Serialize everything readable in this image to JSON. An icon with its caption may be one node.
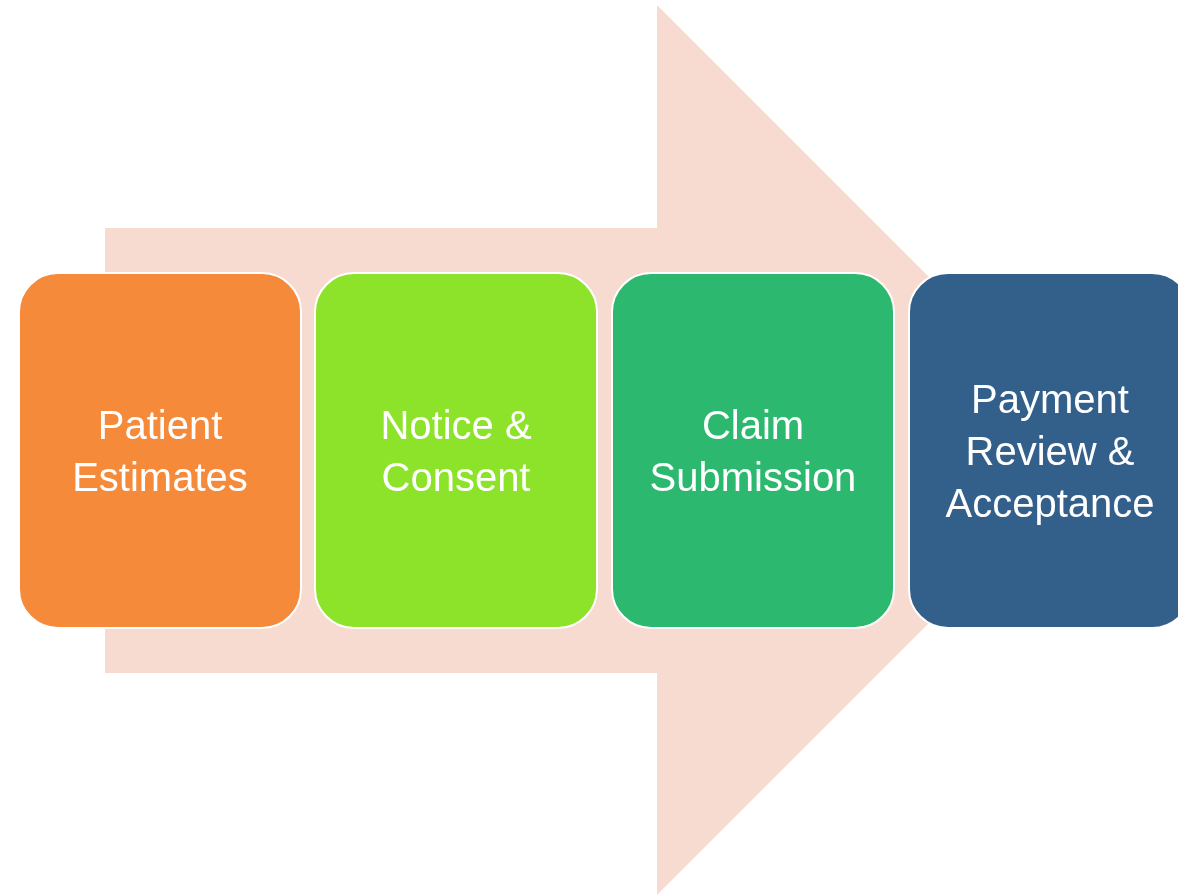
{
  "diagram": {
    "nodes": [
      {
        "text": [
          "Patient Estimates"
        ]
      },
      {
        "text": [
          "Notice & Consent"
        ]
      },
      {
        "text": [
          "Claim Submission"
        ]
      },
      {
        "text": [
          "Payment Review & Acceptance"
        ]
      }
    ],
    "edges": [
      {
        "from": 0,
        "to": 3,
        "arrow": "to"
      }
    ]
  }
}
